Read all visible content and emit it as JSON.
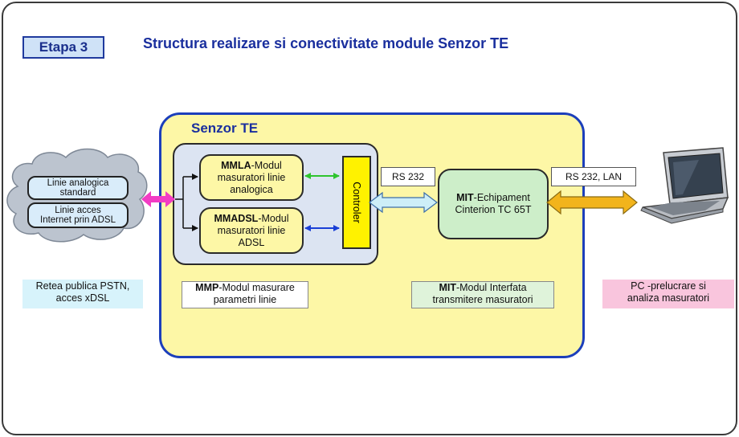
{
  "header": {
    "stage_label": "Etapa 3",
    "title": "Structura realizare si conectivitate module  Senzor TE"
  },
  "sensor": {
    "title": "Senzor TE"
  },
  "modules": {
    "mmla": {
      "bold": "MMLA",
      "rest": "-Modul",
      "line2": "masuratori linie",
      "line3": "analogica"
    },
    "mmadsl": {
      "bold": "MMADSL",
      "rest": "-Modul",
      "line2": "masuratori linie",
      "line3": "ADSL"
    },
    "controler": "Controler",
    "mit_device": {
      "bold": "MIT",
      "rest": "-Echipament",
      "line2": "Cinterion TC 65T"
    }
  },
  "links": {
    "rs232": "RS 232",
    "rs232_lan": "RS 232, LAN"
  },
  "cloud": {
    "line_analog": [
      "Linie analogica",
      "standard"
    ],
    "line_adsl": [
      "Linie acces",
      "Internet prin  ADSL"
    ]
  },
  "captions": {
    "pstn": [
      "Retea publica PSTN,",
      "acces xDSL"
    ],
    "mmp": {
      "bold": "MMP",
      "rest": "-Modul masurare",
      "line2": "parametri linie"
    },
    "mit": {
      "bold": "MIT",
      "rest": "-Modul Interfata",
      "line2": "transmitere masuratori"
    },
    "pc": [
      "PC -prelucrare si",
      "analiza masuratori"
    ]
  }
}
